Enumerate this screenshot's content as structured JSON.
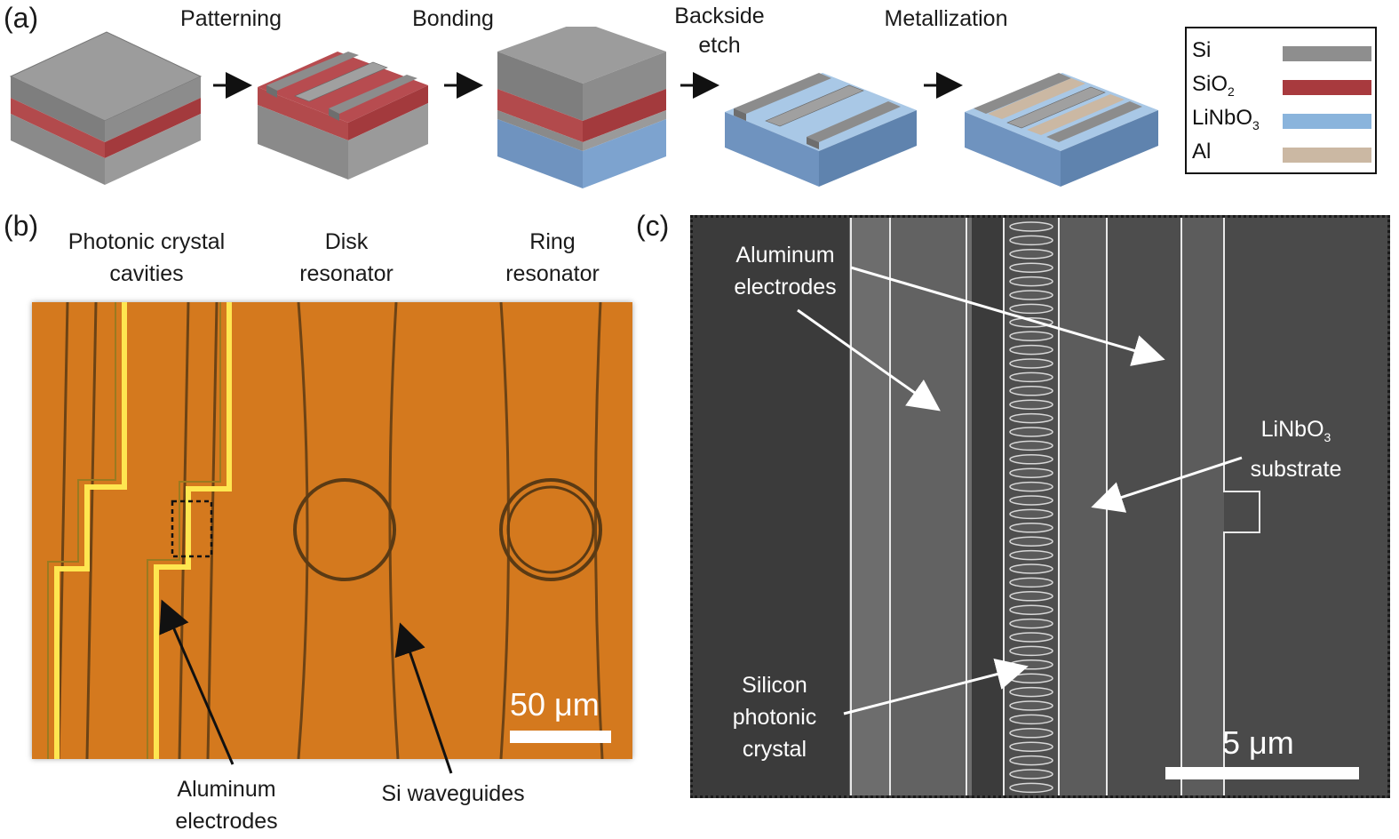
{
  "panel_a": {
    "letter": "(a)",
    "steps": [
      "Patterning",
      "Bonding",
      "Backside\netch",
      "Metallization"
    ],
    "legend": [
      {
        "label": "Si",
        "sub": "",
        "color": "#8e8e8e"
      },
      {
        "label": "SiO",
        "sub": "2",
        "color": "#a83a3e"
      },
      {
        "label": "LiNbO",
        "sub": "3",
        "color": "#8ab4dc"
      },
      {
        "label": "Al",
        "sub": "",
        "color": "#cbb8a3"
      }
    ]
  },
  "panel_b": {
    "letter": "(b)",
    "col_labels": [
      "Photonic crystal\ncavities",
      "Disk\nresonator",
      "Ring\nresonator"
    ],
    "annot_electrodes": "Aluminum\nelectrodes",
    "annot_waveguides": "Si waveguides",
    "scale_bar": "50 μm"
  },
  "panel_c": {
    "letter": "(c)",
    "annot_electrodes": "Aluminum\nelectrodes",
    "annot_substrate_a": "LiNbO",
    "annot_substrate_sub": "3",
    "annot_substrate_b": "substrate",
    "annot_phc": "Silicon\nphotonic\ncrystal",
    "scale_bar": "5 μm"
  }
}
